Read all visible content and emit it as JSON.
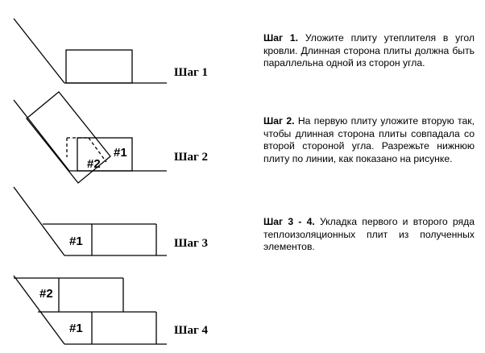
{
  "steps": [
    {
      "label": "Шаг 1",
      "title": "Шаг 1.",
      "text": " Уложите плиту утеплителя в угол кровли. Длинная сторона плиты должна быть параллельна одной из сторон угла."
    },
    {
      "label": "Шаг 2",
      "title": "Шаг 2.",
      "text": " На первую плиту уложите вторую так, чтобы длинная сторона плиты совпадала со второй стороной угла. Разрежьте нижнюю плиту по линии, как показано на рисунке.",
      "slab_labels": [
        "#1",
        "#2"
      ]
    },
    {
      "label": "Шаг 3",
      "title": "Шаг 3 - 4.",
      "text": " Укладка первого и второго ряда теплоизоляционных плит из полученных элементов.",
      "slab_labels": [
        "#1"
      ]
    },
    {
      "label": "Шаг 4",
      "slab_labels": [
        "#2",
        "#1"
      ]
    }
  ]
}
